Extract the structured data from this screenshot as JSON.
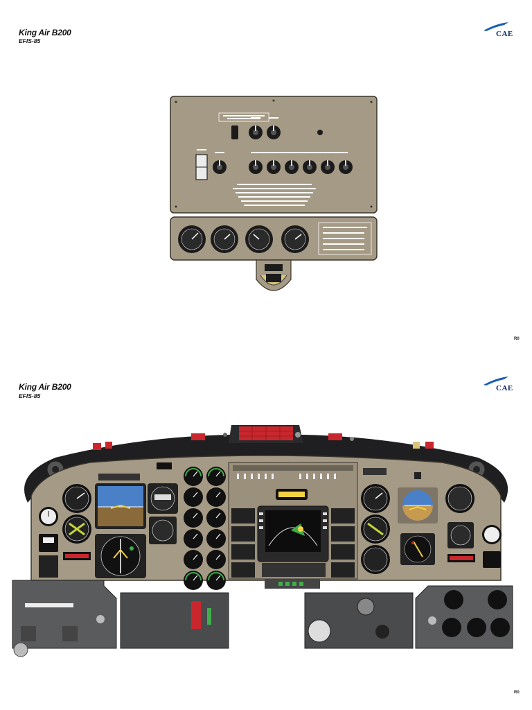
{
  "pages": [
    {
      "title": "King Air B200",
      "subtitle": "EFIS-85",
      "logo": "CAE",
      "revision": "R0"
    },
    {
      "title": "King Air B200",
      "subtitle": "EFIS-85",
      "logo": "CAE",
      "revision": "R0"
    }
  ],
  "colors": {
    "panel_tan": "#a59a85",
    "glareshield": "#1f1f21",
    "panel_gray": "#5a5b5d",
    "instrument_bezel": "#222222",
    "attitude_sky": "#4a80c8",
    "attitude_ground": "#8a6a3a",
    "annunciator_red": "#c9272d",
    "brand_blue": "#0a2a6b"
  },
  "icons": [
    "cae-logo-icon",
    "knob-icon",
    "gauge-icon",
    "switch-icon",
    "annunciator-icon"
  ]
}
